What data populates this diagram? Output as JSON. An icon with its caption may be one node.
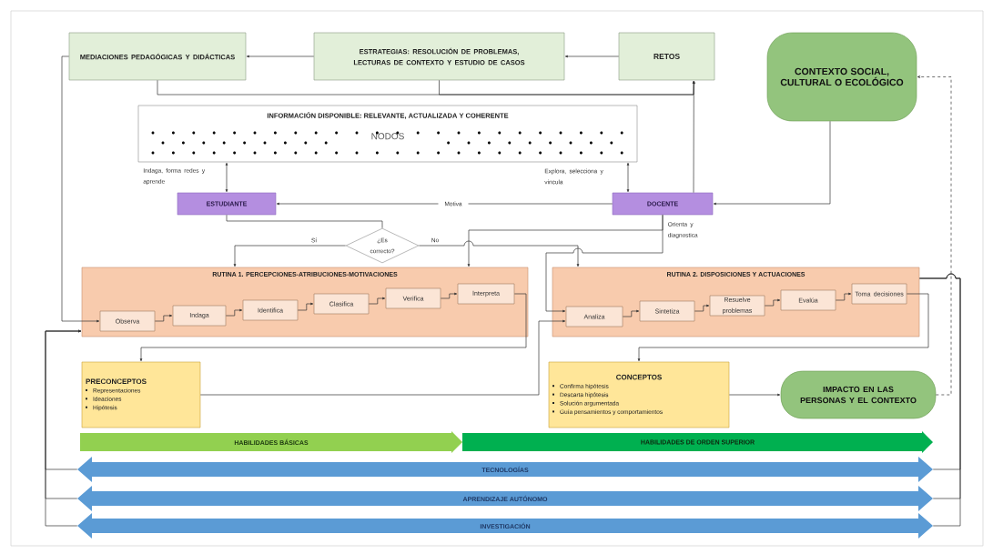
{
  "diagram": {
    "nodes": [
      {
        "text": [
          "MEDIACIONES PEDAGÓGICAS Y DIDÁCTICAS"
        ]
      },
      {
        "text": [
          "ESTRATEGIAS: RESOLUCIÓN DE PROBLEMAS, LECTURAS DE CONTEXTO Y ESTUDIO DE CASOS"
        ]
      },
      {
        "text": [
          "RETOS"
        ]
      },
      {
        "text": [
          "CONTEXTO SOCIAL, CULTURAL O ECOLÓGICO"
        ]
      },
      {
        "text": [
          "INFORMACIÓN DISPONIBLE: RELEVANTE, ACTUALIZADA Y COHERENTE",
          "NODOS"
        ]
      },
      {
        "text": [
          "ESTUDIANTE"
        ]
      },
      {
        "text": [
          "DOCENTE"
        ]
      },
      {
        "text": [
          "¿Es correcto?"
        ]
      },
      {
        "text": [
          "RUTINA 1. PERCEPCIONES-ATRIBUCIONES-MOTIVACIONES"
        ]
      },
      {
        "text": [
          "Observa"
        ],
        "in": 8
      },
      {
        "text": [
          "Indaga"
        ],
        "in": 8
      },
      {
        "text": [
          "Identifica"
        ],
        "in": 8
      },
      {
        "text": [
          "Clasifica"
        ],
        "in": 8
      },
      {
        "text": [
          "Verifica"
        ],
        "in": 8
      },
      {
        "text": [
          "Interpreta"
        ],
        "in": 8
      },
      {
        "text": [
          "RUTINA 2. DISPOSICIONES Y ACTUACIONES"
        ]
      },
      {
        "text": [
          "Analiza"
        ],
        "in": 15
      },
      {
        "text": [
          "Sintetiza"
        ],
        "in": 15
      },
      {
        "text": [
          "Resuelve problemas"
        ],
        "in": 15
      },
      {
        "text": [
          "Evalúa"
        ],
        "in": 15
      },
      {
        "text": [
          "Toma decisiones"
        ],
        "in": 15
      },
      {
        "text": [
          "PRECONCEPTOS",
          "Representaciones",
          "Ideaciones",
          "Hipótesis"
        ]
      },
      {
        "text": [
          "CONCEPTOS",
          "Confirma hipótesis",
          "Descarta hipótesis",
          "Solución argumentada",
          "Guía pensamientos y comportamientos"
        ]
      },
      {
        "text": [
          "IMPACTO EN LAS PERSONAS Y EL CONTEXTO"
        ]
      },
      {
        "text": [
          "HABILIDADES BÁSICAS"
        ]
      },
      {
        "text": [
          "HABILIDADES DE ORDEN SUPERIOR"
        ]
      },
      {
        "text": [
          "TECNOLOGÍAS"
        ]
      },
      {
        "text": [
          "APRENDIZAJE AUTÓNOMO"
        ]
      },
      {
        "text": [
          "INVESTIGACIÓN"
        ]
      }
    ],
    "edges": [
      {
        "from": 1,
        "to": 0,
        "arrow": "to"
      },
      {
        "from": 2,
        "to": 1,
        "arrow": "to"
      },
      {
        "from": 0,
        "to": 2,
        "arrow": "to"
      },
      {
        "from": 1,
        "to": 2,
        "arrow": "to"
      },
      {
        "from": 6,
        "to": 2,
        "arrow": "to"
      },
      {
        "from": 4,
        "to": 5,
        "arrow": "both",
        "label": "Indaga, forma redes y aprende"
      },
      {
        "from": 4,
        "to": 6,
        "arrow": "both",
        "label": "Explora, selecciona y vincula"
      },
      {
        "from": 6,
        "to": 5,
        "arrow": "to",
        "label": "Motiva"
      },
      {
        "from": 3,
        "to": 6,
        "arrow": "to"
      },
      {
        "from": 5,
        "to": 7,
        "arrow": "none"
      },
      {
        "from": 7,
        "to": 8,
        "arrow": "to",
        "label": "Sí"
      },
      {
        "from": 7,
        "to": 15,
        "arrow": "to",
        "label": "No"
      },
      {
        "from": 6,
        "to": 8,
        "arrow": "to",
        "label": "Orienta y diagnostica"
      },
      {
        "from": 6,
        "to": 16,
        "arrow": "to"
      },
      {
        "from": 9,
        "to": 10,
        "arrow": "to"
      },
      {
        "from": 10,
        "to": 11,
        "arrow": "to"
      },
      {
        "from": 11,
        "to": 12,
        "arrow": "to"
      },
      {
        "from": 12,
        "to": 13,
        "arrow": "to"
      },
      {
        "from": 13,
        "to": 14,
        "arrow": "to"
      },
      {
        "from": 16,
        "to": 17,
        "arrow": "to"
      },
      {
        "from": 17,
        "to": 18,
        "arrow": "to"
      },
      {
        "from": 18,
        "to": 19,
        "arrow": "to"
      },
      {
        "from": 19,
        "to": 20,
        "arrow": "to"
      },
      {
        "from": 14,
        "to": 21,
        "arrow": "to"
      },
      {
        "from": 20,
        "to": 22,
        "arrow": "to"
      },
      {
        "from": 21,
        "to": 16,
        "arrow": "to"
      },
      {
        "from": 22,
        "to": 23,
        "arrow": "to"
      },
      {
        "from": 23,
        "to": 3,
        "arrow": "to",
        "style": "dashed"
      },
      {
        "from": 0,
        "to": 9,
        "arrow": "to"
      },
      {
        "from": 26,
        "to": 8,
        "arrow": "to"
      },
      {
        "from": 27,
        "to": 8,
        "arrow": "to"
      },
      {
        "from": 28,
        "to": 8,
        "arrow": "to"
      },
      {
        "from": 26,
        "to": 15,
        "arrow": "none"
      },
      {
        "from": 27,
        "to": 15,
        "arrow": "none"
      },
      {
        "from": 28,
        "to": 15,
        "arrow": "none"
      }
    ]
  }
}
